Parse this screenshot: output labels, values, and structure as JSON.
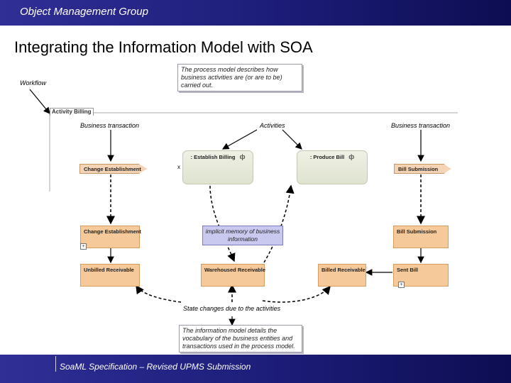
{
  "header": {
    "org": "Object Management Group"
  },
  "slide": {
    "title": "Integrating the Information Model with SOA"
  },
  "footer": {
    "text": "SoaML Specification – Revised UPMS Submission"
  },
  "labels": {
    "workflow": "Workflow",
    "bt_left": "Business transaction",
    "activities": "Activities",
    "bt_right": "Business transaction",
    "state_changes": "State changes due to the activities"
  },
  "callouts": {
    "process_model": "The process model describes how business activities are (or are to be) carried out.",
    "info_model": "The information model details the vocabulary of the business entities and transactions used in the process model.",
    "implicit_memory": "implicit memory of business information"
  },
  "diagram": {
    "frame_tab": "Activity Billing",
    "pins": {
      "change_establishment": "Change Establishment",
      "bill_submission": "Bill Submission"
    },
    "activities": {
      "establish_billing": ": Establish Billing",
      "produce_bill": ": Produce Bill"
    },
    "objects": {
      "change_establishment": "Change Establishment",
      "bill_submission": "Bill Submission",
      "unbilled_receivable": "Unbilled Receivable",
      "warehoused_receivable": "Warehoused Receivable",
      "billed_receivable": "Billed Receivable",
      "sent_bill": "Sent Bill"
    },
    "fork_symbol": "ф",
    "pin_marker": "x"
  },
  "colors": {
    "header_bar": "#1c1c78",
    "object_fill": "#f6c99a",
    "activity_fill": "#e6e9da",
    "implicit_fill": "#c9c9ef"
  }
}
